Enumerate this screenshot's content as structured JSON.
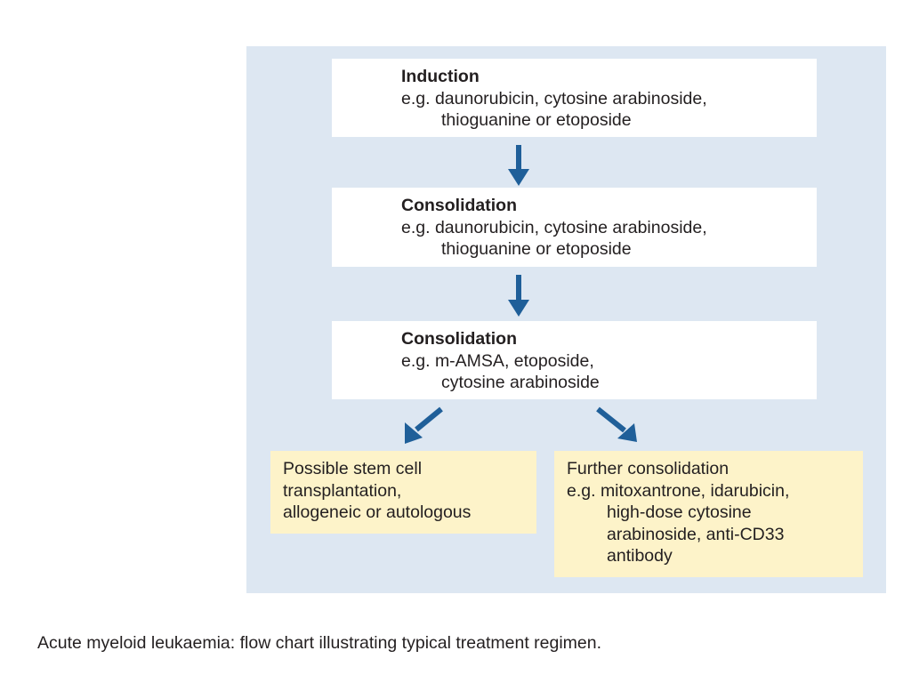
{
  "diagram": {
    "steps": [
      {
        "title": "Induction",
        "lines": [
          "e.g. daunorubicin, cytosine arabinoside,",
          "thioguanine or etoposide"
        ]
      },
      {
        "title": "Consolidation",
        "lines": [
          "e.g. daunorubicin, cytosine arabinoside,",
          "thioguanine or etoposide"
        ]
      },
      {
        "title": "Consolidation",
        "lines": [
          "e.g. m-AMSA, etoposide,",
          "cytosine arabinoside"
        ]
      }
    ],
    "options": [
      {
        "lines": [
          "Possible stem cell",
          "transplantation,",
          "allogeneic or autologous"
        ]
      },
      {
        "lines": [
          "Further consolidation",
          "e.g. mitoxantrone, idarubicin,",
          "high-dose cytosine",
          "arabinoside, anti-CD33",
          "antibody"
        ]
      }
    ],
    "colors": {
      "panel": "#dde7f2",
      "step_box": "#ffffff",
      "option_box": "#fdf3c9",
      "arrow": "#1f5f99"
    }
  },
  "caption": "Acute myeloid leukaemia: flow chart illustrating typical treatment regimen."
}
